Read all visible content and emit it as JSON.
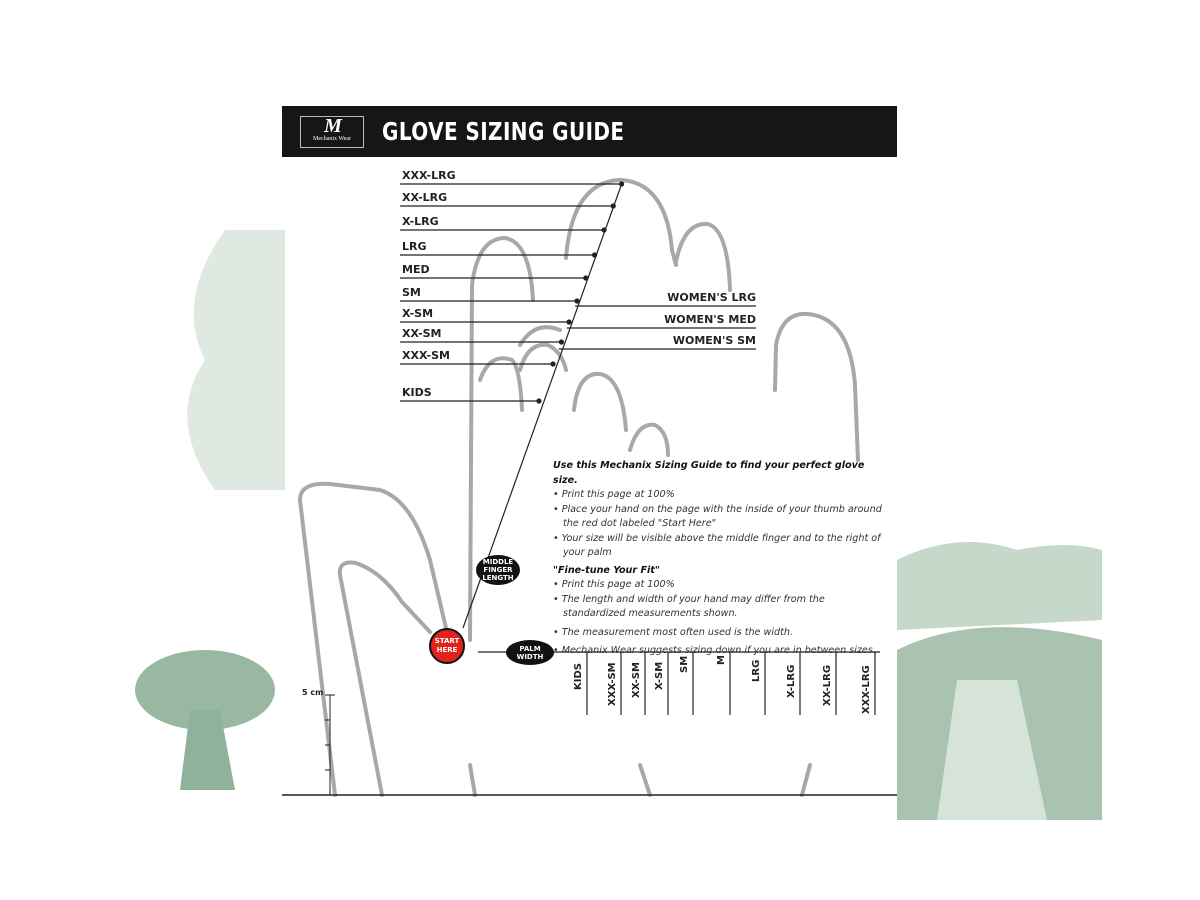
{
  "header": {
    "logo_text": "Mechanix Wear",
    "title": "GLOVE SIZING GUIDE"
  },
  "length_sizes": [
    "XXX-LRG",
    "XX-LRG",
    "X-LRG",
    "LRG",
    "MED",
    "SM",
    "X-SM",
    "XX-SM",
    "XXX-SM",
    "KIDS"
  ],
  "womens_sizes": [
    "WOMEN'S LRG",
    "WOMEN'S MED",
    "WOMEN'S SM"
  ],
  "middle_finger_label": "MIDDLE FINGER LENGTH",
  "start_label": "START HERE",
  "palm_width_label": "PALM WIDTH",
  "width_sizes": [
    "KIDS",
    "XXX-SM",
    "XX-SM",
    "X-SM",
    "SM",
    "M",
    "LRG",
    "X-LRG",
    "XX-LRG",
    "XXX-LRG"
  ],
  "ruler_label": "5 cm",
  "instructions": {
    "heading": "Use this Mechanix Sizing Guide to find your perfect glove size.",
    "items": [
      "Print this page at 100%",
      "Place your hand on the page with the inside of your thumb around the red dot labeled \"Start Here\"",
      "Your size will be visible above the middle finger and to the right of your palm"
    ],
    "fine_tune_heading": "\"Fine-tune Your Fit\"",
    "fine_tune_items": [
      "Print this page at 100%",
      "The length and width of your hand may differ from the standardized measurements shown.",
      "The measurement most often used is the width.",
      "Mechanix Wear suggests sizing down if you are in between sizes."
    ]
  },
  "colors": {
    "header": "#161616",
    "start_dot": "#e0231c",
    "outline": "#a8a8a8",
    "watermark": "#6f9a7c"
  }
}
